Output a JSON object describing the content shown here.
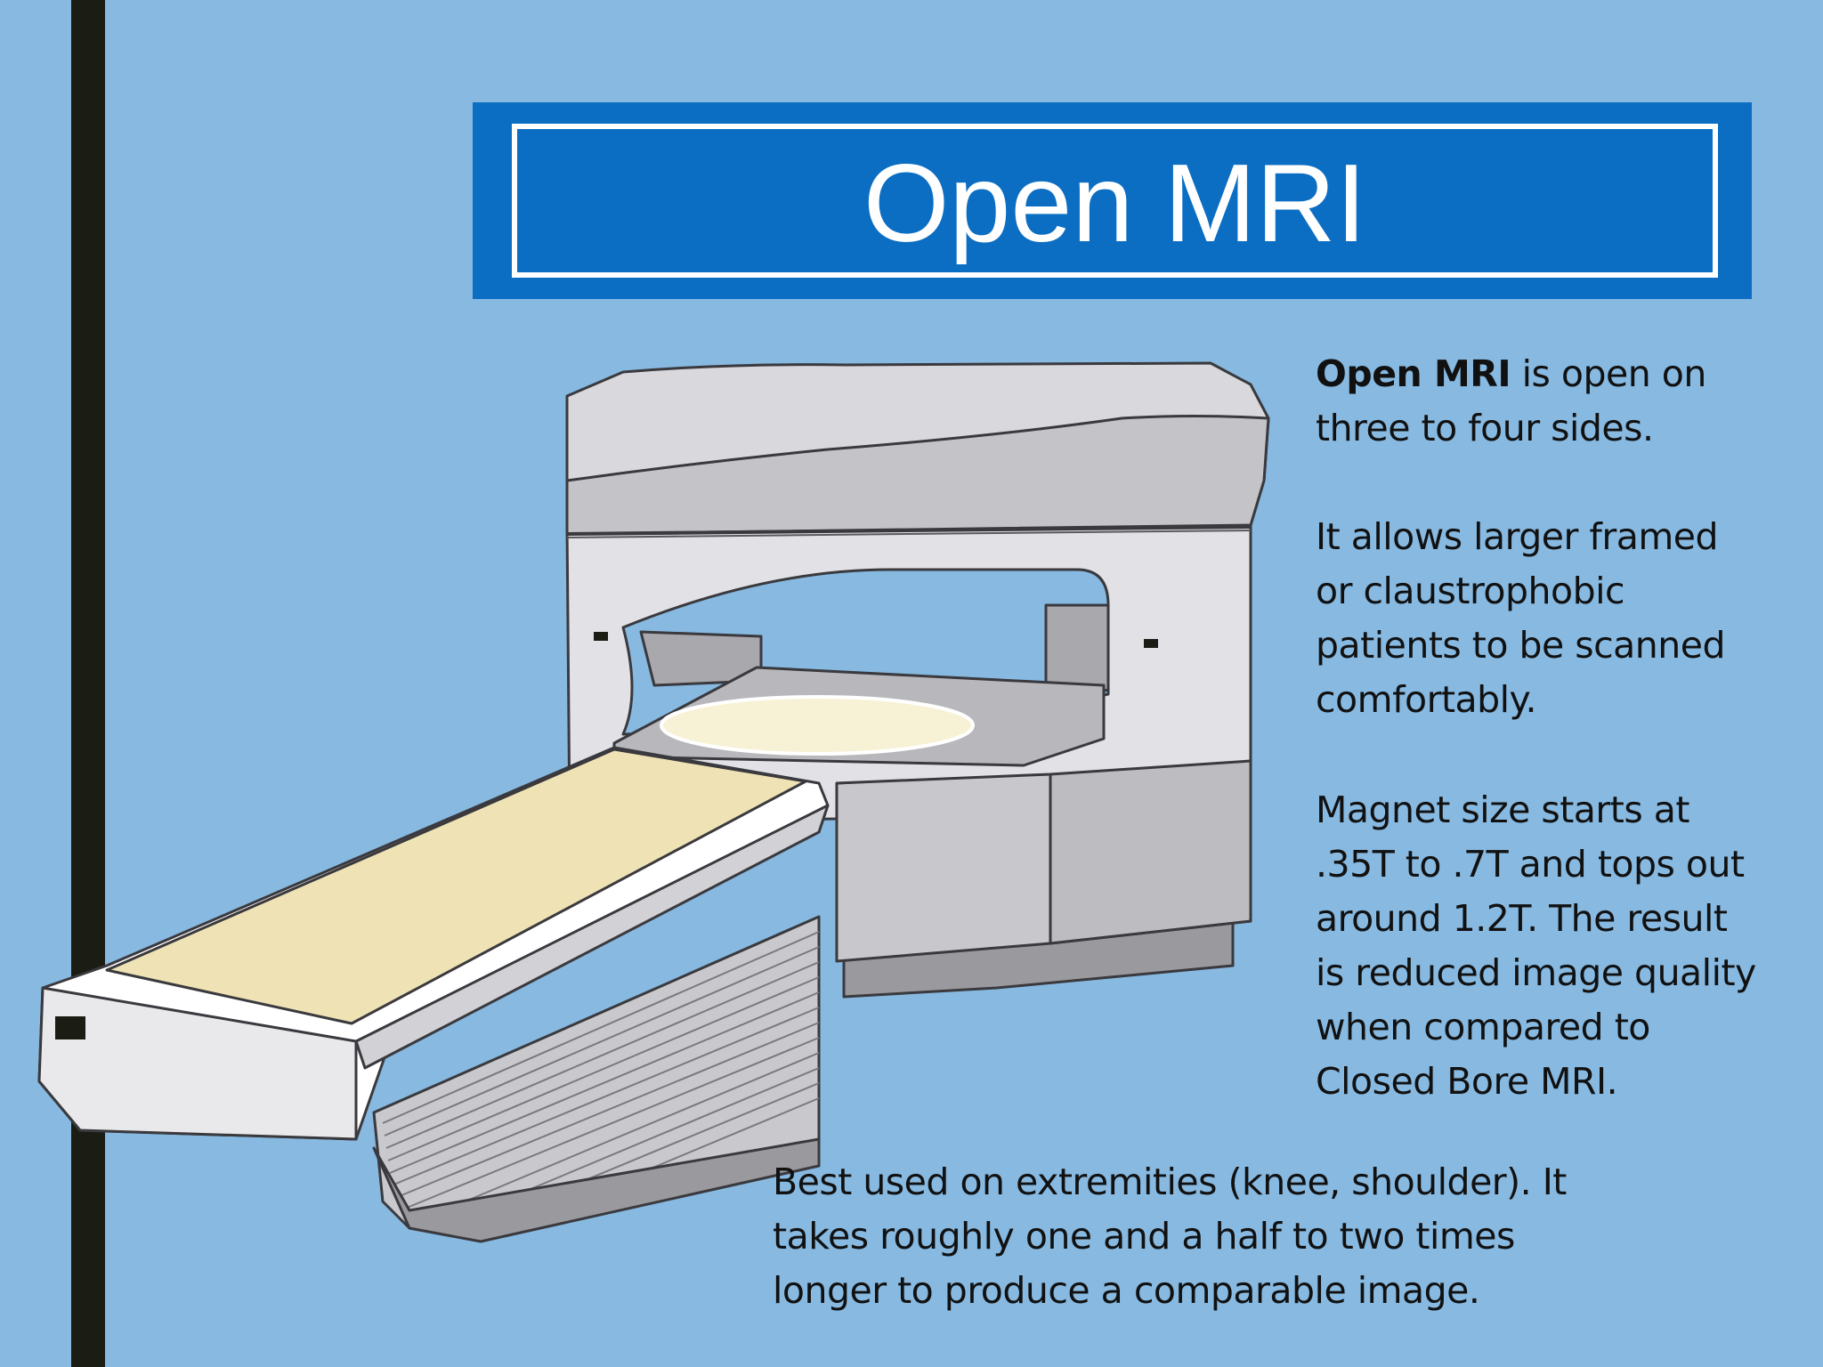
{
  "slide": {
    "title": "Open MRI",
    "paragraph_1": {
      "bold_lead": "Open MRI",
      "rest": " is open on\nthree to four sides."
    },
    "paragraph_2": "It allows larger framed\nor claustrophobic\npatients to be scanned\ncomfortably.",
    "paragraph_3": "Magnet size starts at\n.35T to .7T and tops out\naround 1.2T.  The result\nis reduced image quality\nwhen compared to\nClosed Bore MRI.",
    "bottom_text": "Best used on extremities (knee, shoulder).  It\ntakes roughly one and a half to two times\nlonger to produce a comparable image."
  },
  "colors": {
    "background": "#87b9e1",
    "left_bar": "#1b1c14",
    "title_banner": "#0b6ec2",
    "title_text": "#ffffff",
    "machine_light": "#e2e2e6",
    "machine_mid": "#c8c8cc",
    "machine_dark": "#9a9a9e",
    "table_pad": "#efe3b6"
  }
}
